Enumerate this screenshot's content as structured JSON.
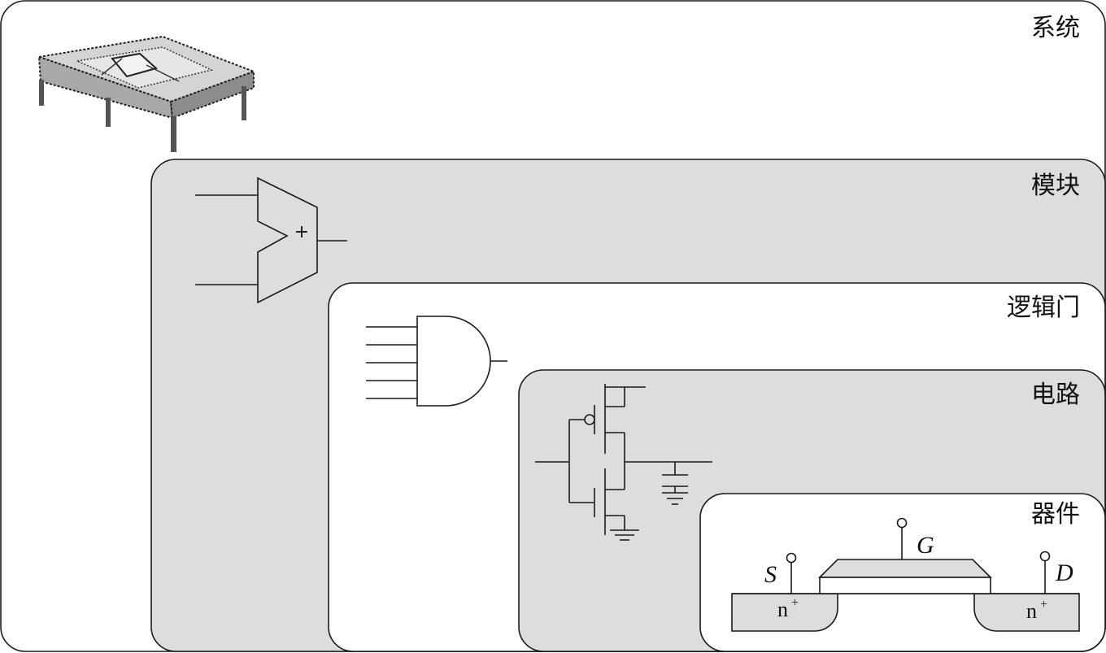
{
  "levels": {
    "system": "系统",
    "module": "模块",
    "gate": "逻辑门",
    "circuit": "电路",
    "device": "器件"
  },
  "adder": {
    "symbol": "+"
  },
  "device": {
    "source": "S",
    "gate": "G",
    "drain": "D",
    "doping": "n",
    "doping_sup": "+"
  },
  "colors": {
    "panel_gray": "#dcdedd",
    "panel_white": "#ffffff",
    "stroke": "#1a1a1a",
    "region_gray": "#dddddd"
  }
}
